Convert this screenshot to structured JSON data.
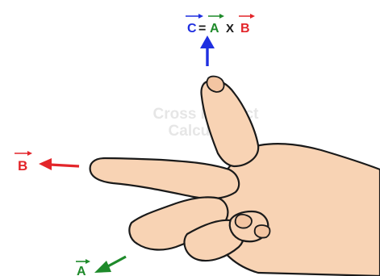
{
  "watermark": {
    "line1": "Cross Product",
    "line2": "Calculator"
  },
  "formula": {
    "c_letter": "C",
    "equals": "=",
    "a_letter": "A",
    "times": "X",
    "b_letter": "B"
  },
  "labels": {
    "b_vector": "B",
    "a_vector": "A"
  },
  "colors": {
    "c_vector": "#1f2fe0",
    "a_vector": "#1e8a2a",
    "b_vector": "#e3252a",
    "skin": "#f8d3b4",
    "outline": "#1a1a1a"
  }
}
